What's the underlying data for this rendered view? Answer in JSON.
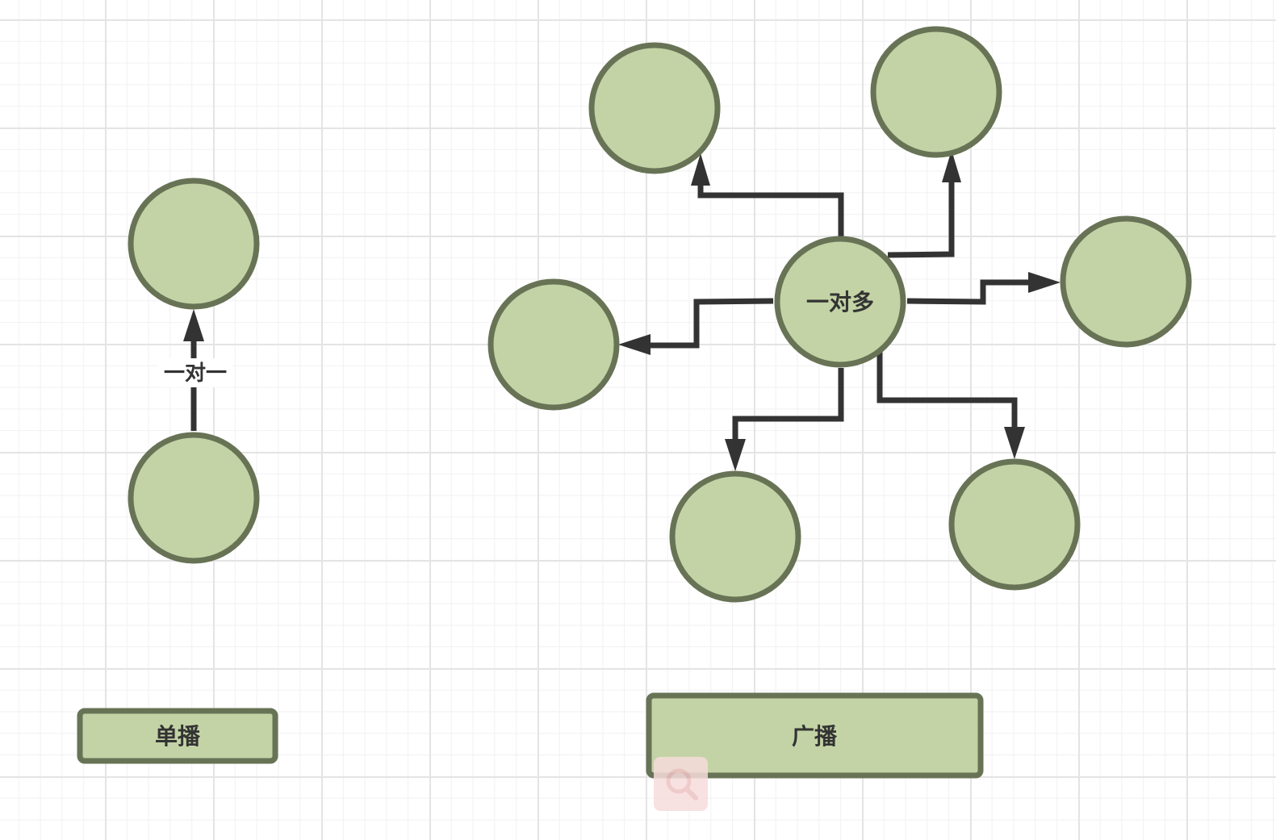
{
  "unicast": {
    "edge_label": "一对一",
    "legend": "单播"
  },
  "broadcast": {
    "hub_label": "一对多",
    "legend": "广播"
  },
  "colors": {
    "node_fill": "#c3d3a5",
    "node_stroke": "#687356",
    "edge": "#333333",
    "search_badge": "#f7dcdc"
  },
  "icons": [
    "search-icon"
  ]
}
